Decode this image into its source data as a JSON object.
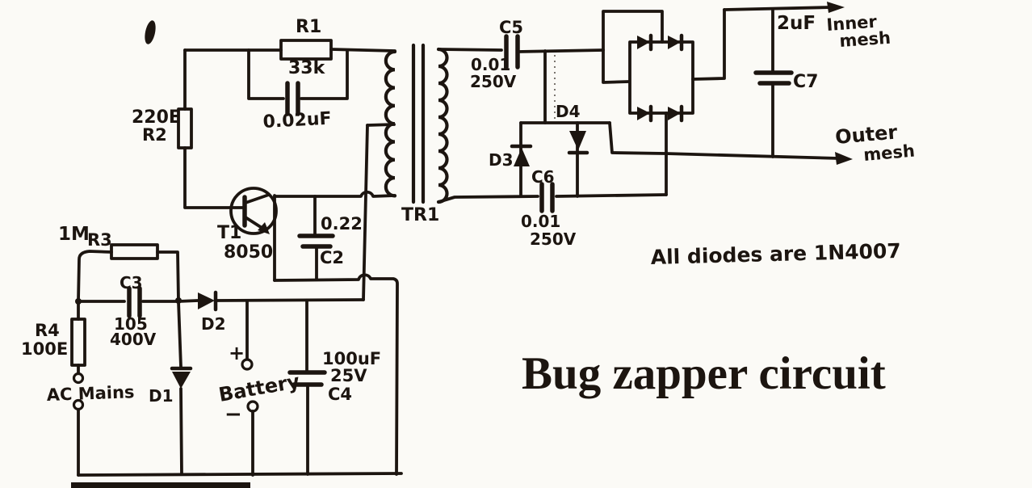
{
  "meta": {
    "paper": "#fbfaf6",
    "ink": "#1c1510",
    "title_color": "#e0462b"
  },
  "title": "Bug zapper circuit",
  "note": "All diodes are 1N4007",
  "labels": {
    "r1": {
      "ref": "R1",
      "value": "33k"
    },
    "feedback_cap": {
      "value": "0.02uF"
    },
    "r2": {
      "value": "220E",
      "ref": "R2"
    },
    "transistor": {
      "ref": "T1",
      "value": "8050"
    },
    "c2": {
      "value": "0.22",
      "ref": "C2"
    },
    "transformer": {
      "ref": "TR1"
    },
    "c5": {
      "ref": "C5",
      "value": "0.01",
      "voltage": "250V"
    },
    "d3": {
      "ref": "D3"
    },
    "d4": {
      "ref": "D4"
    },
    "c6": {
      "ref": "C6",
      "value": "0.01",
      "voltage": "250V"
    },
    "output_cap": {
      "value": "2uF"
    },
    "c7": {
      "ref": "C7"
    },
    "inner_mesh": {
      "word1": "Inner",
      "word2": "mesh"
    },
    "outer_mesh": {
      "word1": "Outer",
      "word2": "mesh"
    },
    "r3": {
      "value": "1M",
      "ref": "R3"
    },
    "c3": {
      "ref": "C3",
      "value": "105",
      "voltage": "400V"
    },
    "d2": {
      "ref": "D2"
    },
    "d1": {
      "ref": "D1"
    },
    "r4": {
      "ref": "R4",
      "value": "100E"
    },
    "ac_mains": "AC Mains",
    "battery": {
      "label": "Battery",
      "plus": "+",
      "minus": "−"
    },
    "c4": {
      "value": "100uF",
      "voltage": "25V",
      "ref": "C4"
    }
  }
}
